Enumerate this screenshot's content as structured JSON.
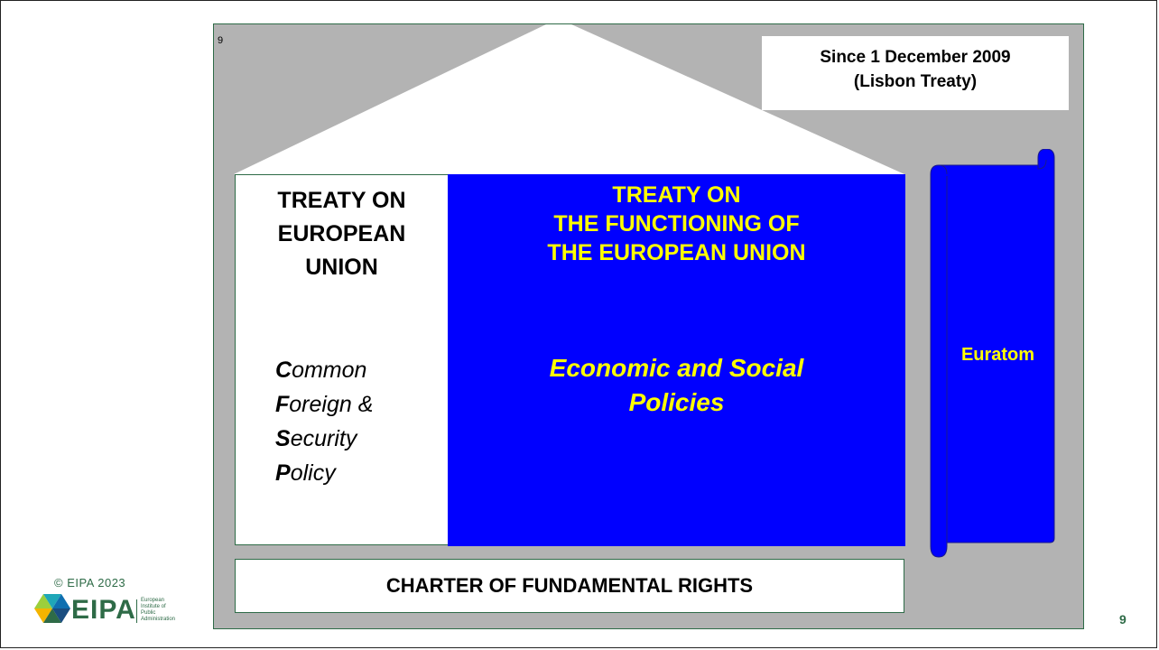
{
  "frame": {
    "slide_number": "9"
  },
  "since": {
    "line1": "Since 1 December 2009",
    "line2": "(Lisbon Treaty)"
  },
  "teu": {
    "title_lines": [
      "TREATY ON",
      "EUROPEAN",
      "UNION"
    ],
    "cfsp": [
      {
        "initial": "C",
        "rest": "ommon"
      },
      {
        "initial": "F",
        "rest": "oreign &"
      },
      {
        "initial": "S",
        "rest": "ecurity"
      },
      {
        "initial": "P",
        "rest": "olicy"
      }
    ]
  },
  "tfeu": {
    "title_lines": [
      "TREATY ON",
      "THE FUNCTIONING OF",
      "THE EUROPEAN UNION"
    ],
    "policies_lines": [
      "Economic and Social",
      "Policies"
    ]
  },
  "euratom": {
    "label": "Euratom"
  },
  "charter": {
    "label": "CHARTER OF FUNDAMENTAL RIGHTS"
  },
  "footer": {
    "copyright": "© EIPA 2023",
    "logo_text": "EIPA",
    "logo_sub": [
      "European",
      "Institute of",
      "Public",
      "Administration"
    ],
    "page_number": "9"
  },
  "colors": {
    "frame_gray": "#b3b3b3",
    "treaty_blue": "#0000ff",
    "title_yellow": "#ffff00",
    "eipa_green": "#2e6b47"
  }
}
